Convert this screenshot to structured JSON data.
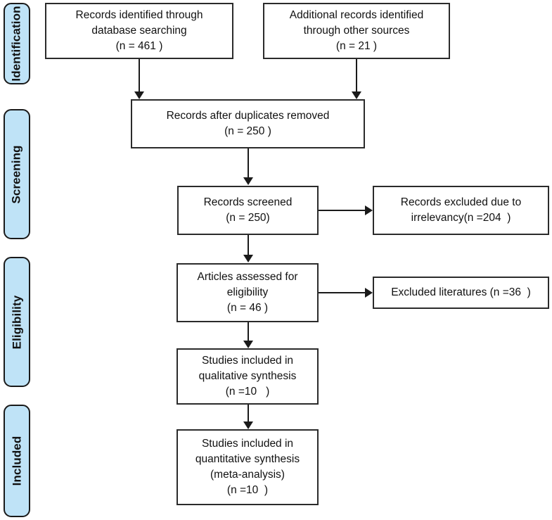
{
  "diagram": {
    "type": "prisma-flow-diagram",
    "colors": {
      "stage_label_fill": "#bfe3f7",
      "stage_label_border": "#1a1a1a",
      "box_border": "#2b2b2b",
      "box_fill": "#ffffff",
      "connector": "#1a1a1a",
      "background": "#ffffff"
    }
  },
  "stages": [
    {
      "id": "identification",
      "label": "Identification"
    },
    {
      "id": "screening",
      "label": "Screening"
    },
    {
      "id": "eligibility",
      "label": "Eligibility"
    },
    {
      "id": "included",
      "label": "Included"
    }
  ],
  "boxes": {
    "records_identified": {
      "line1": "Records identified through",
      "line2": "database searching",
      "line3": "(n = 461 )",
      "count": 461
    },
    "additional_records": {
      "line1": "Additional records identified",
      "line2": "through other sources",
      "line3": "(n = 21 )",
      "count": 21
    },
    "duplicates_removed": {
      "line1": "Records after duplicates removed",
      "line2": "(n = 250 )",
      "count": 250
    },
    "records_screened": {
      "line1": "Records screened",
      "line2": "(n = 250)",
      "count": 250
    },
    "records_excluded": {
      "line1": "Records excluded due to",
      "line2": "irrelevancy(n =204  )",
      "count": 204
    },
    "articles_assessed": {
      "line1": "Articles assessed for",
      "line2": "eligibility",
      "line3": "(n = 46 )",
      "count": 46
    },
    "excluded_literatures": {
      "line1": "Excluded literatures (n =36  )",
      "count": 36
    },
    "qualitative_synthesis": {
      "line1": "Studies included in",
      "line2": "qualitative synthesis",
      "line3": "(n =10   )",
      "count": 10
    },
    "quantitative_synthesis": {
      "line1": "Studies included in",
      "line2": "quantitative synthesis",
      "line3": "(meta-analysis)",
      "line4": "(n =10  )",
      "count": 10
    }
  }
}
